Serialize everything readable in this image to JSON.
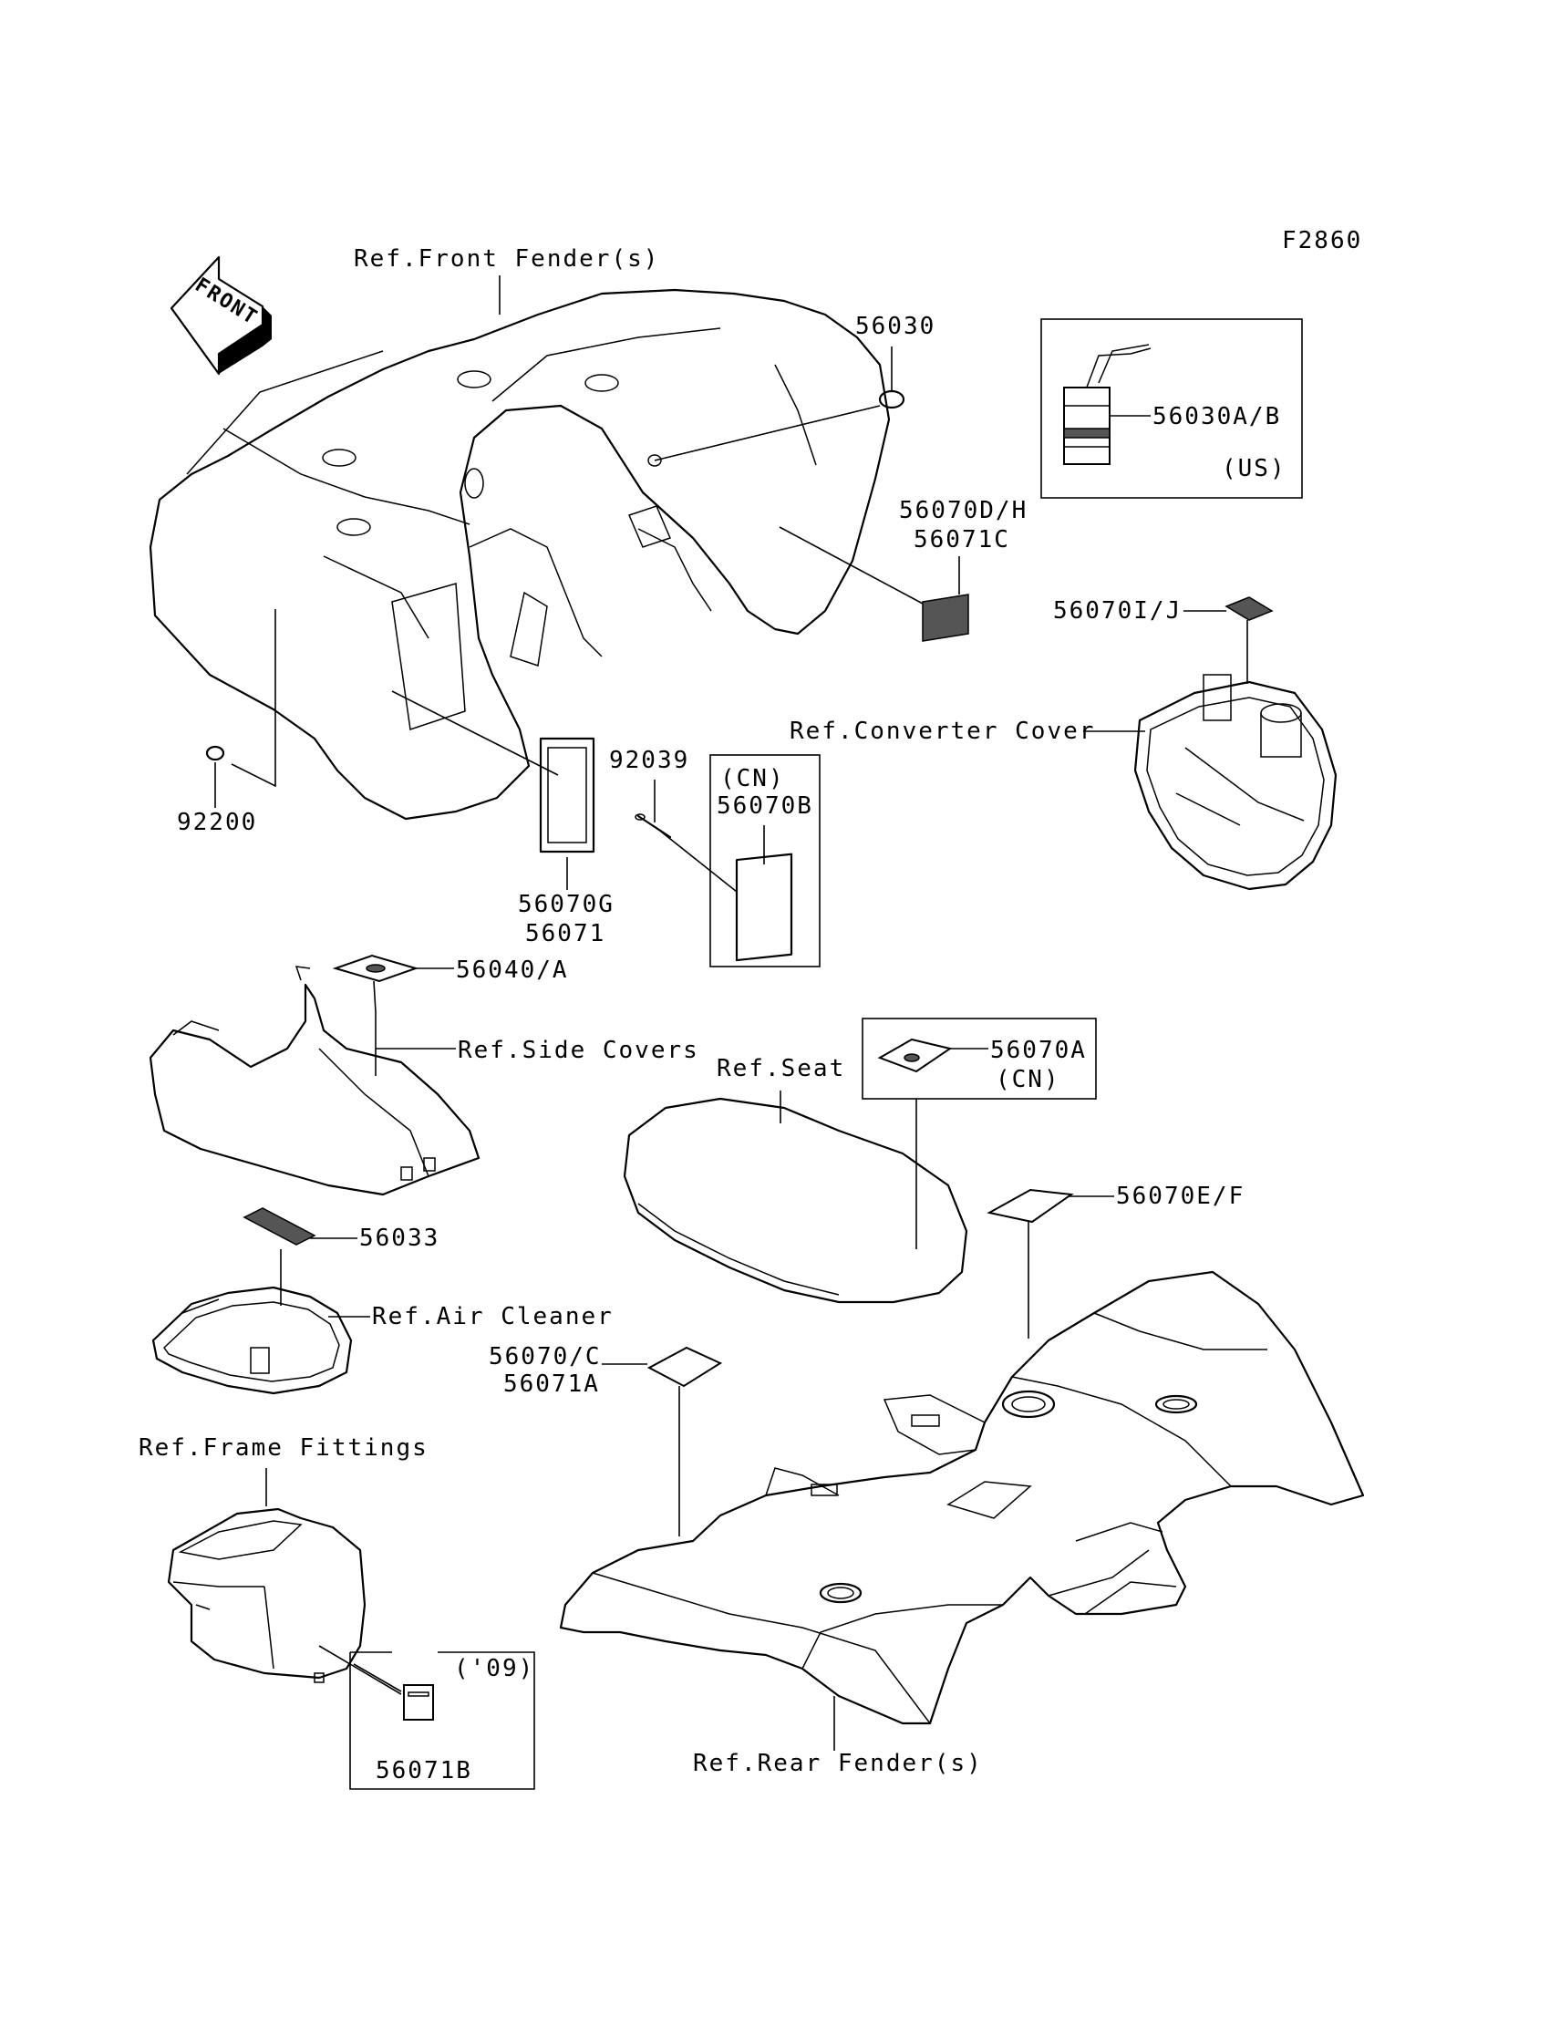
{
  "code": "F2860",
  "front_arrow": "FRONT",
  "refs": {
    "front_fender": "Ref.Front Fender(s)",
    "converter_cover": "Ref.Converter Cover",
    "side_covers": "Ref.Side Covers",
    "seat": "Ref.Seat",
    "air_cleaner": "Ref.Air Cleaner",
    "frame_fittings": "Ref.Frame Fittings",
    "rear_fender": "Ref.Rear Fender(s)"
  },
  "parts": {
    "p56030": "56030",
    "p56030ab": "56030A/B",
    "us": "(US)",
    "p56070dh": "56070D/H",
    "p56071c": "56071C",
    "p56070ij": "56070I/J",
    "p92039": "92039",
    "cn1": "(CN)",
    "p56070b": "56070B",
    "p92200": "92200",
    "p56070g": "56070G",
    "p56071": "56071",
    "p56040a": "56040/A",
    "p56070a": "56070A",
    "cn2": "(CN)",
    "p56070ef": "56070E/F",
    "p56033": "56033",
    "p56070c": "56070/C",
    "p56071a": "56071A",
    "y09": "('09)",
    "p56071b": "56071B"
  }
}
